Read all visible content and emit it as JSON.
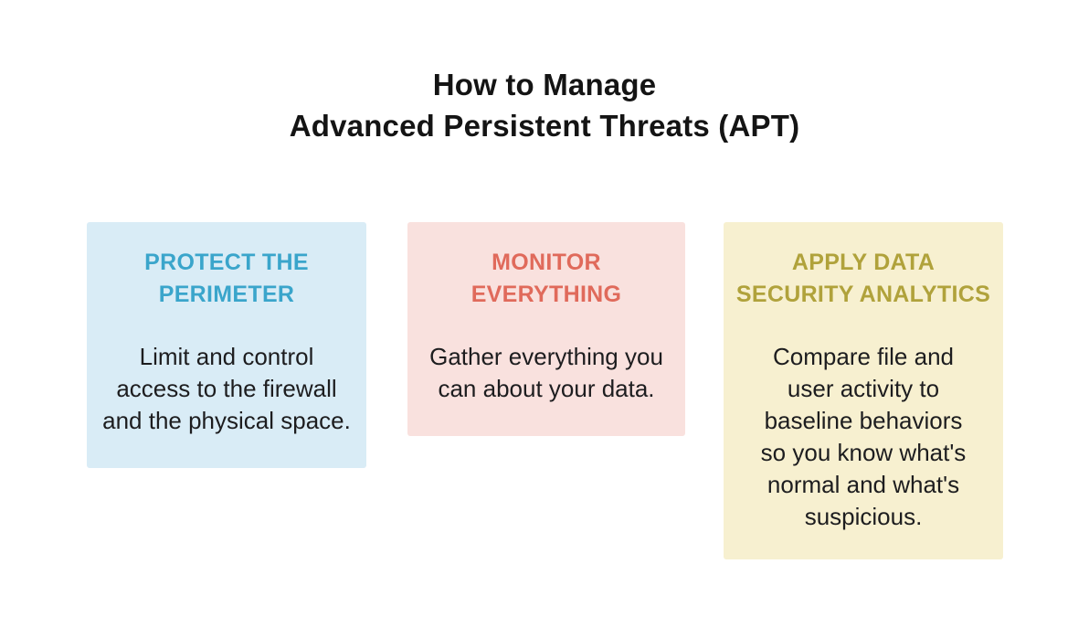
{
  "page": {
    "background": "#ffffff",
    "body_text_color": "#1d1d1f"
  },
  "title": {
    "text": "How to Manage Advanced Persistent Threats (APT)",
    "lines": [
      "How to Manage",
      "Advanced Persistent Threats (APT)"
    ],
    "color": "#141414"
  },
  "cards": [
    {
      "heading": "PROTECT THE PERIMETER",
      "heading_lines": [
        "PROTECT THE",
        "PERIMETER"
      ],
      "heading_color": "#3aa5cb",
      "background": "#d9ecf6",
      "body": "Limit and control access to the firewall and the physical space.",
      "body_lines": [
        "Limit and control",
        "access to the firewall",
        "and the physical space."
      ]
    },
    {
      "heading": "MONITOR EVERYTHING",
      "heading_lines": [
        "MONITOR",
        "EVERYTHING"
      ],
      "heading_color": "#e06a5b",
      "background": "#f9e1de",
      "body": "Gather everything you can about your data.",
      "body_lines": [
        "Gather everything you",
        "can about your data."
      ]
    },
    {
      "heading": "APPLY DATA SECURITY ANALYTICS",
      "heading_lines": [
        "APPLY DATA",
        "SECURITY ANALYTICS"
      ],
      "heading_color": "#b0a23b",
      "background": "#f7f0d0",
      "body": "Compare file and user activity to baseline behaviors so you know what's normal and what's suspicious.",
      "body_lines": [
        "Compare file and",
        "user activity to",
        "baseline behaviors",
        "so you know what's",
        "normal and what's",
        "suspicious."
      ]
    }
  ]
}
